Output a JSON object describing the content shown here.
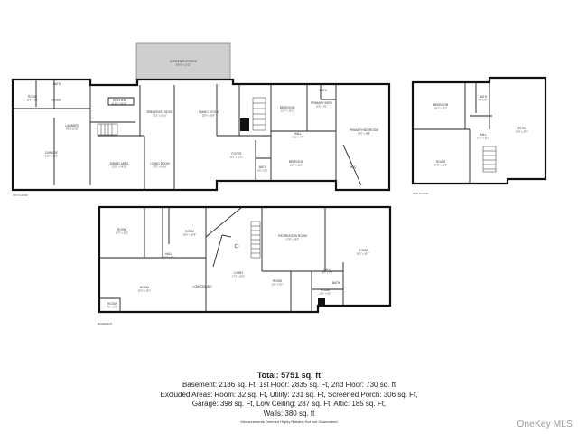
{
  "floor_labels": {
    "first": "1ST FLOOR",
    "second": "2ND FLOOR",
    "basement": "BASEMENT"
  },
  "rooms_first": [
    {
      "name": "ROOM",
      "dims": "11'4\" x 9'9\""
    },
    {
      "name": "BATH",
      "dims": ""
    },
    {
      "name": "FOYER",
      "dims": ""
    },
    {
      "name": "LAUNDRY",
      "dims": "9'5\" x 11'10\""
    },
    {
      "name": "GARAGE",
      "dims": "24'6\" x 20'2\""
    },
    {
      "name": "KITCHEN",
      "dims": "11'10\" x 10'10\""
    },
    {
      "name": "BREAKFAST NOOK",
      "dims": "12'1\" x 15'10\""
    },
    {
      "name": "DINING AREA",
      "dims": "12'11\" x 14'10\""
    },
    {
      "name": "LIVING ROOM",
      "dims": "27'0\" x 14'10\""
    },
    {
      "name": "FAMILY ROOM",
      "dims": "25'0\" x 15'6\""
    },
    {
      "name": "SCREENED PORCH",
      "dims": "20'10\" x 11'11\""
    },
    {
      "name": "FOYER",
      "dims": "11'0\" x 11'11\""
    },
    {
      "name": "BATH",
      "dims": "6'6\" x 5'6\""
    },
    {
      "name": "BEDROOM",
      "dims": "12'7\" x 12'1\""
    },
    {
      "name": "PRIMARY BATH",
      "dims": "12'6\" x 9'1\""
    },
    {
      "name": "BATH",
      "dims": ""
    },
    {
      "name": "HALL",
      "dims": "13'1\" x 4'9\""
    },
    {
      "name": "BEDROOM",
      "dims": "13'5\" x 11'3\""
    },
    {
      "name": "PRIMARY BEDROOM",
      "dims": "19'6\" x 24'8\""
    },
    {
      "name": "WIC",
      "dims": ""
    }
  ],
  "rooms_second": [
    {
      "name": "BEDROOM",
      "dims": "16'7\" x 13'7\""
    },
    {
      "name": "BATH",
      "dims": "9'4\" x 6'7\""
    },
    {
      "name": "ROOM",
      "dims": "17'8\" x 11'9\""
    },
    {
      "name": "HALL",
      "dims": "17'1\" x 10'1\""
    },
    {
      "name": "ATTIC",
      "dims": "19'5\" x 24'3\""
    }
  ],
  "rooms_basement": [
    {
      "name": "ROOM",
      "dims": "12'3\" x 12'1\""
    },
    {
      "name": "HALL",
      "dims": "16'3\" x 5'1\""
    },
    {
      "name": "ROOM",
      "dims": "30'2\" x 10'8\""
    },
    {
      "name": "RECREATION ROOM",
      "dims": "17'8\" x 15'0\""
    },
    {
      "name": "ROOM",
      "dims": "18'1\" x 25'0\""
    },
    {
      "name": "LOBBY",
      "dims": "17'3\" x 20'2\""
    },
    {
      "name": "ROOM",
      "dims": "30'1\" x 19'1\""
    },
    {
      "name": "ROOM",
      "dims": "7'8\" x 5'3\""
    },
    {
      "name": "ROOM",
      "dims": "10'1\" x 6'2\""
    },
    {
      "name": "ROOM",
      "dims": "10'1\" x 6'2\""
    },
    {
      "name": "HALL",
      "dims": "14'7\" x 7'0\""
    },
    {
      "name": "BATH",
      "dims": ""
    },
    {
      "name": "LOW CEILING",
      "dims": ""
    }
  ],
  "summary": {
    "total": "Total: 5751 sq. ft",
    "line1": "Basement: 2186 sq. Ft, 1st Floor: 2835 sq. Ft, 2nd Floor: 730 sq. ft",
    "line2": "Excluded Areas: Room: 32 sq. Ft, Utility: 231 sq. Ft, Screened Porch: 306 sq. Ft,",
    "line3": "Garage: 398 sq. Ft, Low Ceiling: 287 sq. Ft, Attic: 185 sq. Ft,",
    "line4": "Walls: 380 sq. ft",
    "note": "Measurements Deemed Highly Reliable But Not Guaranteed"
  },
  "brand": "OneKey MLS",
  "colors": {
    "porch_fill": "#cfcfcf",
    "wall": "#111111",
    "brand_text": "#9a9a9a"
  }
}
